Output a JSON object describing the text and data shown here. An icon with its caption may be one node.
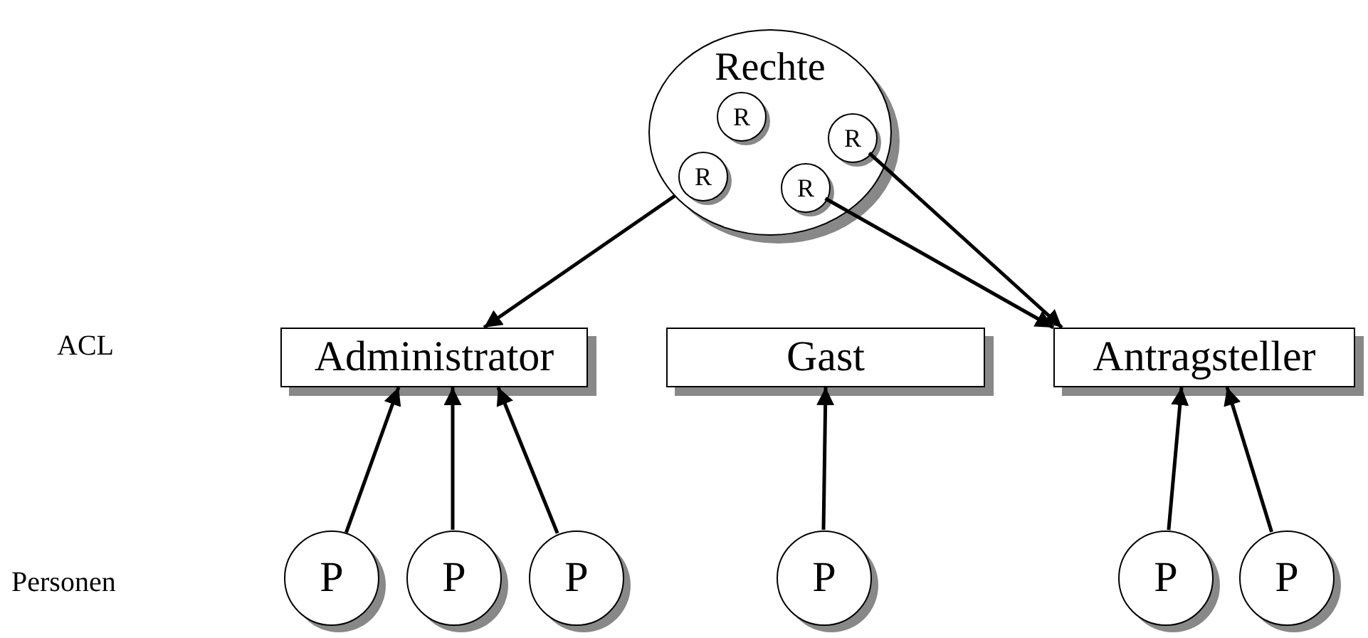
{
  "diagram": {
    "nodes": [
      {
        "text": [
          "Rechte"
        ]
      },
      {
        "text": [
          "R"
        ],
        "in": 0
      },
      {
        "text": [
          "R"
        ],
        "in": 0
      },
      {
        "text": [
          "R"
        ],
        "in": 0
      },
      {
        "text": [
          "R"
        ],
        "in": 0
      },
      {
        "text": [
          "Administrator"
        ]
      },
      {
        "text": [
          "Gast"
        ]
      },
      {
        "text": [
          "Antragsteller"
        ]
      },
      {
        "text": [
          "P"
        ]
      },
      {
        "text": [
          "P"
        ]
      },
      {
        "text": [
          "P"
        ]
      },
      {
        "text": [
          "P"
        ]
      },
      {
        "text": [
          "P"
        ]
      },
      {
        "text": [
          "P"
        ]
      }
    ],
    "edges": [
      {
        "from": 0,
        "to": 5,
        "arrow": "to"
      },
      {
        "from": 2,
        "to": 7,
        "arrow": "to"
      },
      {
        "from": 4,
        "to": 7,
        "arrow": "to"
      },
      {
        "from": 8,
        "to": 5,
        "arrow": "to"
      },
      {
        "from": 9,
        "to": 5,
        "arrow": "to"
      },
      {
        "from": 10,
        "to": 5,
        "arrow": "to"
      },
      {
        "from": 11,
        "to": 6,
        "arrow": "to"
      },
      {
        "from": 12,
        "to": 7,
        "arrow": "to"
      },
      {
        "from": 13,
        "to": 7,
        "arrow": "to"
      }
    ],
    "labels": [
      "ACL",
      "Personen"
    ]
  }
}
